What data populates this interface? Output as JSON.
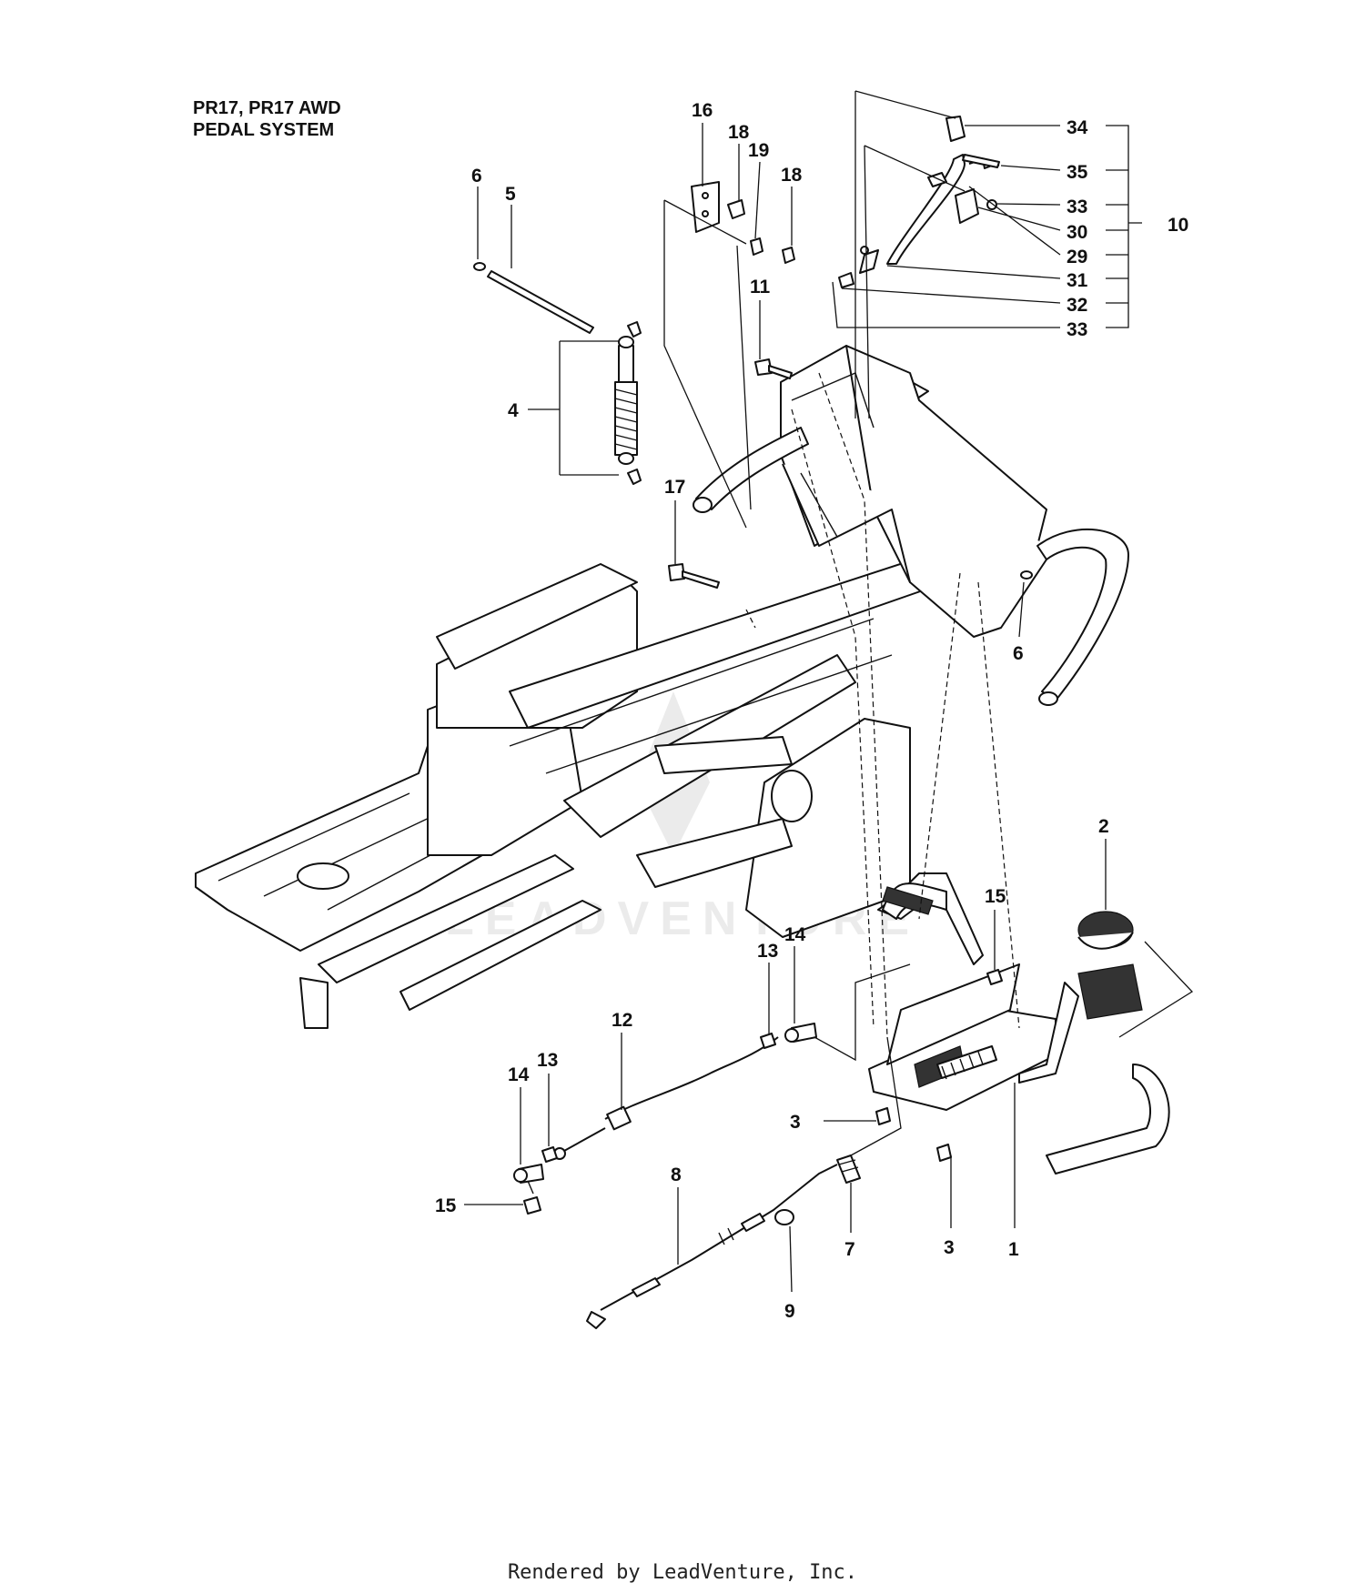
{
  "title": {
    "line1": "PR17, PR17 AWD",
    "line2": "PEDAL SYSTEM"
  },
  "watermark": "LEADVENTURE",
  "footer": "Rendered by LeadVenture, Inc.",
  "callouts": [
    "1",
    "2",
    "3",
    "3",
    "4",
    "5",
    "6",
    "6",
    "7",
    "8",
    "9",
    "10",
    "11",
    "12",
    "13",
    "13",
    "14",
    "14",
    "15",
    "15",
    "16",
    "17",
    "18",
    "18",
    "19",
    "29",
    "30",
    "31",
    "32",
    "33",
    "33",
    "34",
    "35"
  ],
  "icons": {
    "watermark_logo": "leadventure-logo-icon"
  }
}
